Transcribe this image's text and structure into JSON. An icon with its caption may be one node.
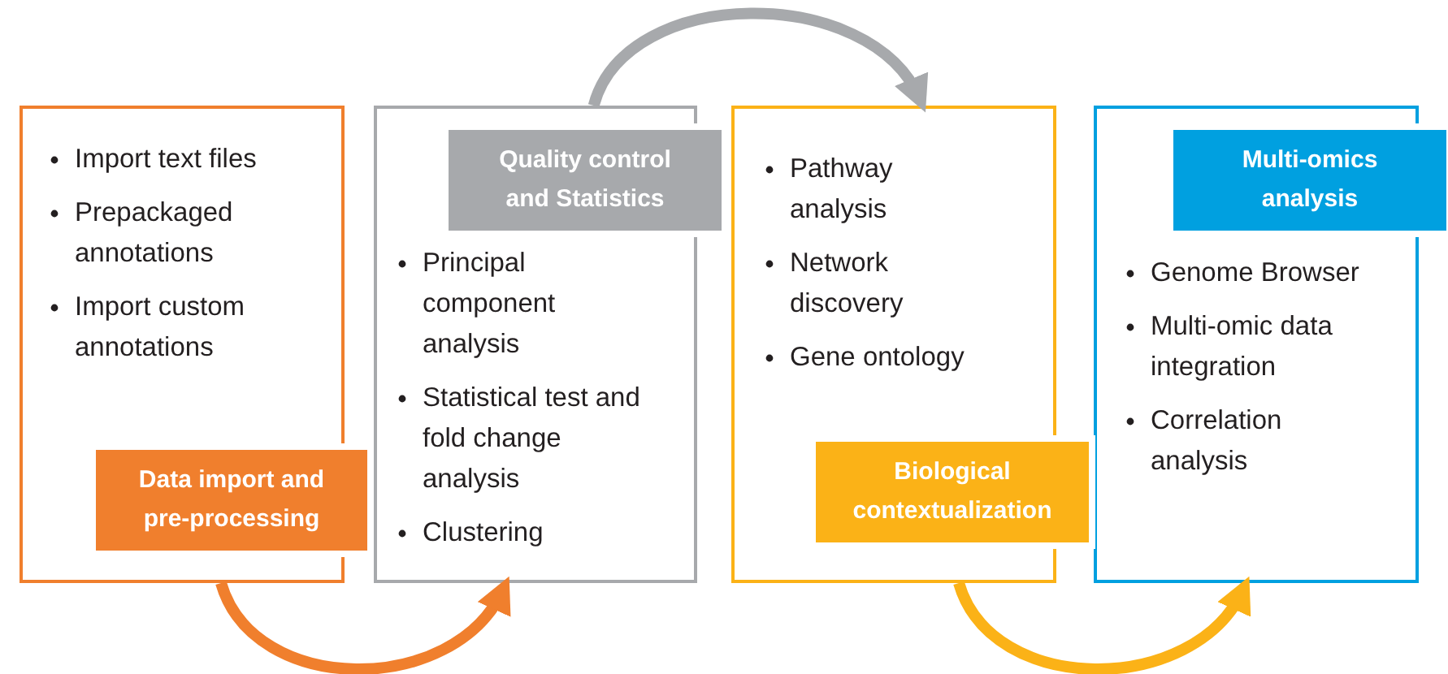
{
  "diagram": {
    "nodes": [
      {
        "text": [
          "Import text files",
          "Prepackaged annotations",
          "Import custom annotations"
        ]
      },
      {
        "text": [
          "Data import and pre-processing"
        ]
      },
      {
        "text": [
          "Principal component analysis",
          "Statistical test and fold change analysis",
          "Clustering"
        ]
      },
      {
        "text": [
          "Quality control and Statistics"
        ]
      },
      {
        "text": [
          "Pathway analysis",
          "Network discovery",
          "Gene ontology"
        ]
      },
      {
        "text": [
          "Biological contextualization"
        ]
      },
      {
        "text": [
          "Genome Browser",
          "Multi-omic data integration",
          "Correlation analysis"
        ]
      },
      {
        "text": [
          "Multi-omics analysis"
        ]
      }
    ],
    "edges": [
      {
        "from": 0,
        "to": 2,
        "arrow": "to",
        "color": "#f07f2d"
      },
      {
        "from": 2,
        "to": 4,
        "arrow": "to",
        "color": "#a7a9ac"
      },
      {
        "from": 4,
        "to": 6,
        "arrow": "to",
        "color": "#fbb217"
      }
    ]
  }
}
